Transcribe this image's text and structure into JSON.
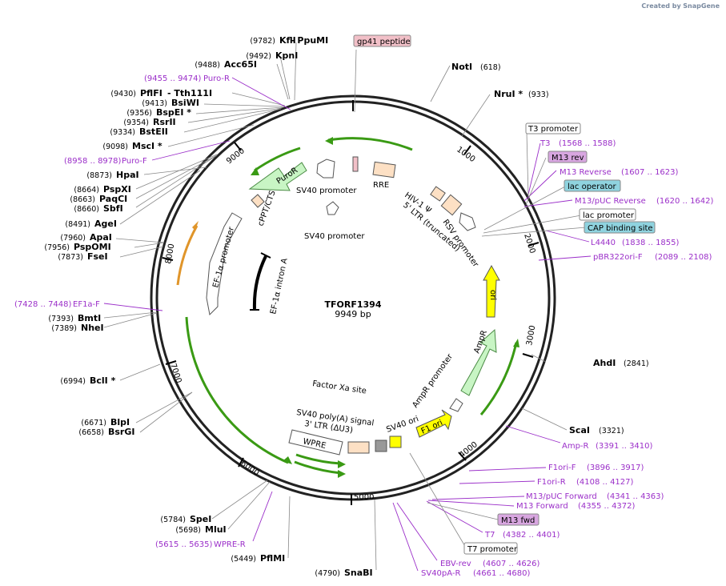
{
  "header": {
    "created_by": "Created by",
    "app": "SnapGene"
  },
  "plasmid": {
    "name": "TFORF1394",
    "size": "9949 bp"
  },
  "left_sites": [
    {
      "pos": "(9782)",
      "name": "KflI",
      "extra": "- PpuMI"
    },
    {
      "pos": "(9492)",
      "name": "KpnI"
    },
    {
      "pos": "(9488)",
      "name": "Acc65I"
    },
    {
      "pos": "(9430)",
      "name": "PflFI",
      "extra": "- Tth111I"
    },
    {
      "pos": "(9413)",
      "name": "BsiWI"
    },
    {
      "pos": "(9356)",
      "name": "BspEI *"
    },
    {
      "pos": "(9354)",
      "name": "RsrII"
    },
    {
      "pos": "(9334)",
      "name": "BstEII"
    },
    {
      "pos": "(9098)",
      "name": "MscI *"
    },
    {
      "pos": "(8873)",
      "name": "HpaI"
    },
    {
      "pos": "(8664)",
      "name": "PspXI"
    },
    {
      "pos": "(8663)",
      "name": "PaqCI"
    },
    {
      "pos": "(8660)",
      "name": "SbfI"
    },
    {
      "pos": "(8491)",
      "name": "AgeI"
    },
    {
      "pos": "(7960)",
      "name": "ApaI"
    },
    {
      "pos": "(7956)",
      "name": "PspOMI"
    },
    {
      "pos": "(7873)",
      "name": "FseI"
    },
    {
      "pos": "(7393)",
      "name": "BmtI"
    },
    {
      "pos": "(7389)",
      "name": "NheI"
    },
    {
      "pos": "(6994)",
      "name": "BclI *"
    },
    {
      "pos": "(6671)",
      "name": "BlpI"
    },
    {
      "pos": "(6658)",
      "name": "BsrGI"
    },
    {
      "pos": "(5784)",
      "name": "SpeI"
    },
    {
      "pos": "(5698)",
      "name": "MluI"
    },
    {
      "pos": "(5449)",
      "name": "PflMI"
    },
    {
      "pos": "(4790)",
      "name": "SnaBI"
    }
  ],
  "right_sites": [
    {
      "name": "NotI",
      "pos": "(618)"
    },
    {
      "name": "NruI *",
      "pos": "(933)"
    },
    {
      "name": "AhdI",
      "pos": "(2841)"
    },
    {
      "name": "ScaI",
      "pos": "(3321)"
    }
  ],
  "primers": [
    {
      "name": "Puro-R",
      "range": "(9455 .. 9474)"
    },
    {
      "name": "Puro-F",
      "range": "(8958 .. 8978)"
    },
    {
      "name": "EF1a-F",
      "range": "(7428 .. 7448)"
    },
    {
      "name": "WPRE-R",
      "range": "(5615 .. 5635)"
    },
    {
      "name": "EBV-rev",
      "range": "(4607 .. 4626)"
    },
    {
      "name": "SV40pA-R",
      "range": "(4661 .. 4680)"
    },
    {
      "name": "T3",
      "range": "(1568 .. 1588)"
    },
    {
      "name": "M13 Reverse",
      "range": "(1607 .. 1623)"
    },
    {
      "name": "M13/pUC Reverse",
      "range": "(1620 .. 1642)"
    },
    {
      "name": "L4440",
      "range": "(1838 .. 1855)"
    },
    {
      "name": "pBR322ori-F",
      "range": "(2089 .. 2108)"
    },
    {
      "name": "Amp-R",
      "range": "(3391 .. 3410)"
    },
    {
      "name": "F1ori-F",
      "range": "(3896 .. 3917)"
    },
    {
      "name": "F1ori-R",
      "range": "(4108 .. 4127)"
    },
    {
      "name": "M13/pUC Forward",
      "range": "(4341 .. 4363)"
    },
    {
      "name": "M13 Forward",
      "range": "(4355 .. 4372)"
    },
    {
      "name": "T7",
      "range": "(4382 .. 4401)"
    }
  ],
  "boxed": {
    "gp41": "gp41 peptide",
    "t3_promoter": "T3 promoter",
    "m13_rev": "M13 rev",
    "lac_operator": "lac operator",
    "lac_promoter": "lac promoter",
    "cap_site": "CAP binding site",
    "m13_fwd": "M13 fwd",
    "t7_promoter": "T7 promoter"
  },
  "features": {
    "puror": "PuroR",
    "sv40_promoter_top": "SV40 promoter",
    "sv40_promoter_mid": "SV40 promoter",
    "rre": "RRE",
    "hiv_psi": "HIV-1 Ψ",
    "ltr5": "5' LTR (truncated)",
    "rsv": "RSV promoter",
    "cppt": "cPPT/CTS",
    "ef1a_promoter": "EF-1α promoter",
    "ef1a_intron": "EF-1α intron A",
    "ori": "ori",
    "ampr": "AmpR",
    "ampr_promoter": "AmpR promoter",
    "f1_ori": "F1 ori",
    "sv40_ori": "SV40 ori",
    "factor_xa": "Factor Xa site",
    "sv40_polya": "SV40 poly(A) signal",
    "ltr3": "3' LTR (ΔU3)",
    "wpre": "WPRE"
  },
  "ticks": [
    "1000",
    "2000",
    "3000",
    "4000",
    "5000",
    "6000",
    "7000",
    "8000",
    "9000"
  ],
  "colors": {
    "primer": "#9b2fc9",
    "orf": "#4caf1a",
    "ori": "#ffff00",
    "ampr": "#c8f5c4",
    "promoter_box": "#fde0c4",
    "lac": "#8fd3df",
    "gp41": "#f2c0c8"
  }
}
